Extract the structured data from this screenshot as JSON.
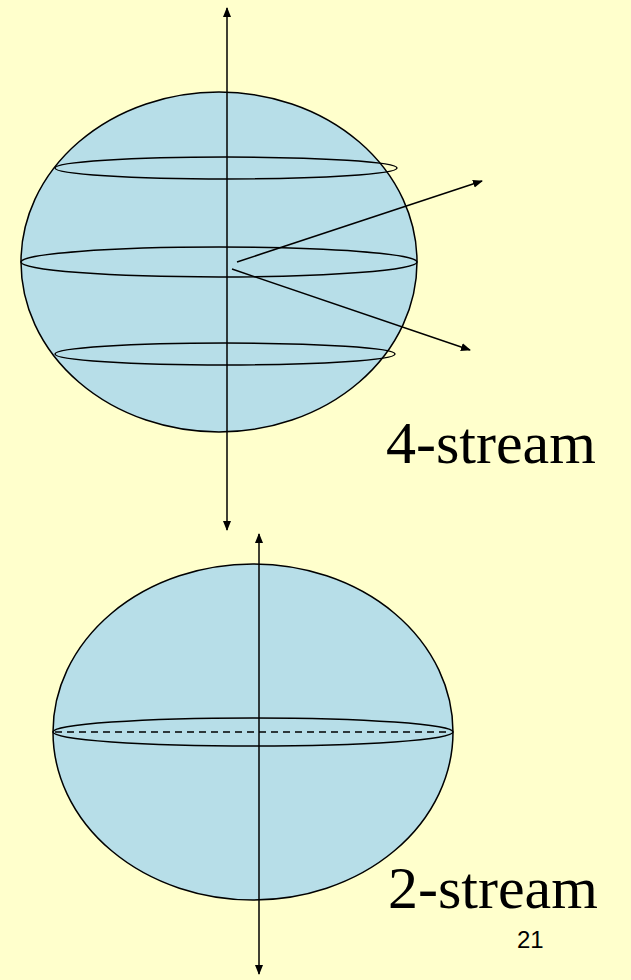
{
  "diagram": {
    "labels": [
      "4-stream",
      "2-stream",
      "21"
    ]
  }
}
